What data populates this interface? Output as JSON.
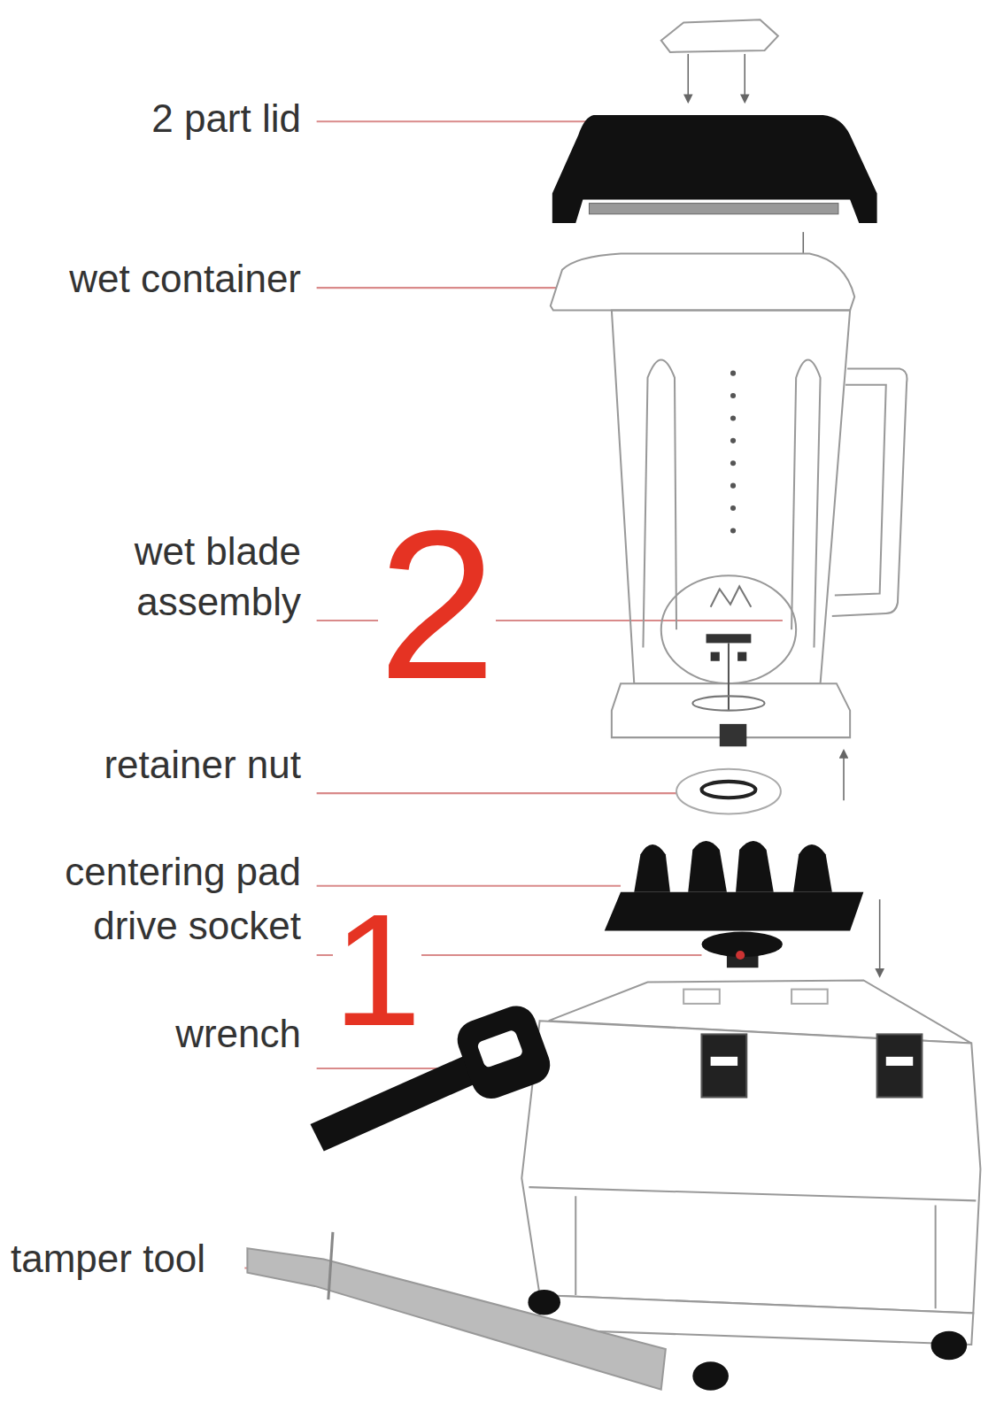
{
  "diagram": {
    "labels": [
      "2 part lid",
      "wet container",
      "wet blade assembly",
      "2",
      "retainer nut",
      "centering pad",
      "drive socket",
      "1",
      "wrench",
      "tamper tool"
    ]
  }
}
